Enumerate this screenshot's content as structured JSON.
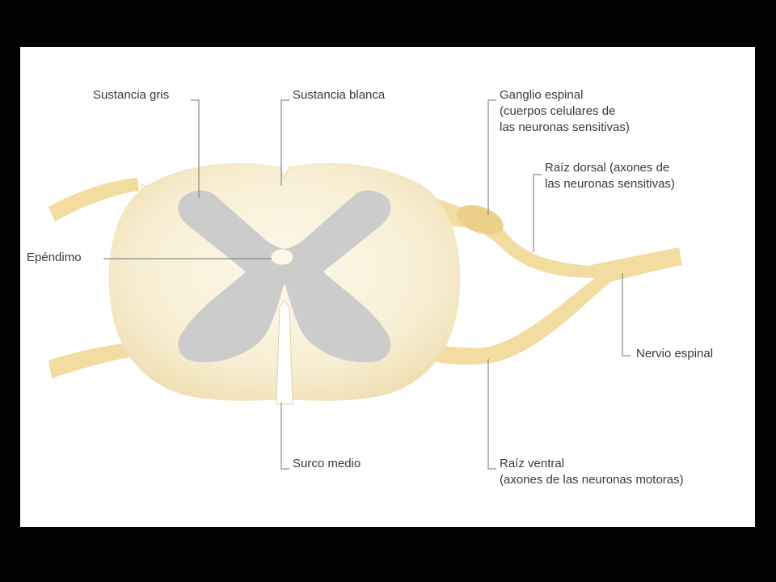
{
  "colors": {
    "frame": "#000000",
    "panel": "#ffffff",
    "white_matter": "#f7eed3",
    "gray_matter": "#cccccc",
    "nerve": "#f2dca0",
    "leader_line": "#8a8a8a",
    "label_text": "#3a3a3a"
  },
  "labels": {
    "gray_matter": "Sustancia gris",
    "white_matter": "Sustancia blanca",
    "ganglion": [
      "Ganglio espinal",
      "(cuerpos celulares de",
      "las neuronas sensitivas)"
    ],
    "dorsal_root": [
      "Raíz dorsal (axones de",
      "las neuronas sensitivas)"
    ],
    "ependyma": "Epéndimo",
    "spinal_nerve": "Nervio espinal",
    "median_sulcus": "Surco medio",
    "ventral_root": [
      "Raíz ventral",
      "(axones de las neuronas motoras)"
    ]
  }
}
